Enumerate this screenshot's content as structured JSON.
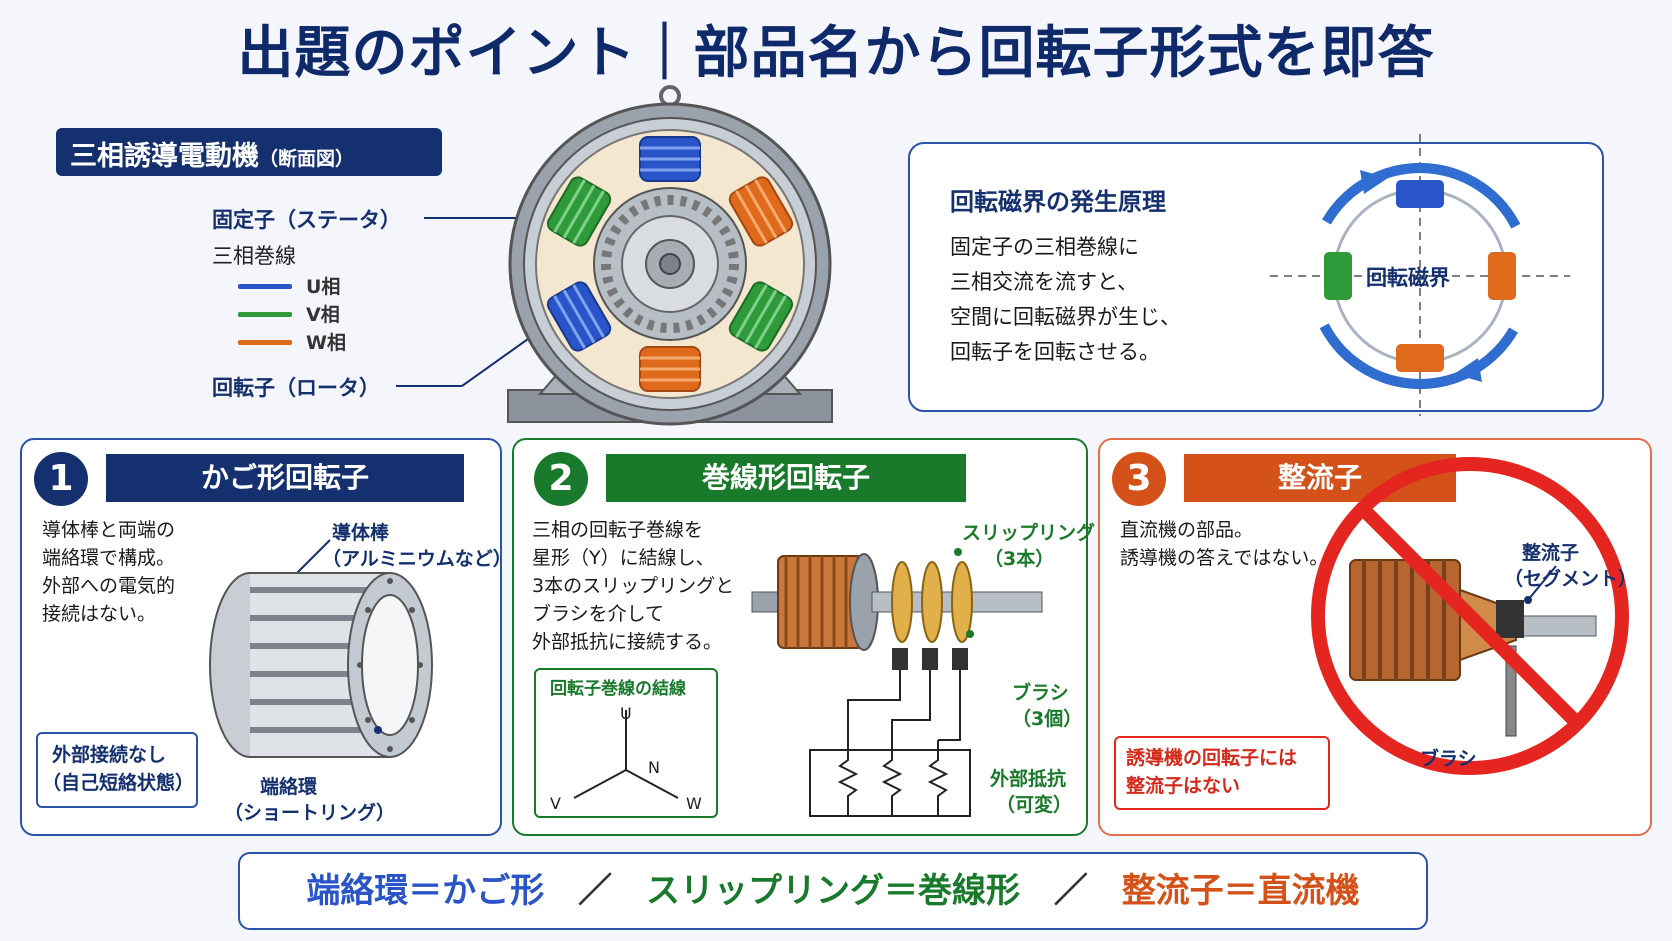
{
  "title": "出題のポイント｜部品名から回転子形式を即答",
  "motor": {
    "heading": "三相誘導電動機",
    "heading_sub": "（断面図）",
    "stator_label": "固定子（ステータ）",
    "winding_label": "三相巻線",
    "legend": [
      {
        "name": "U相",
        "color": "#2a55c8"
      },
      {
        "name": "V相",
        "color": "#2e9a3a"
      },
      {
        "name": "W相",
        "color": "#e06a1c"
      }
    ],
    "rotor_label": "回転子（ロータ）"
  },
  "principle": {
    "title": "回転磁界の発生原理",
    "lines": [
      "固定子の三相巻線に",
      "三相交流を流すと、",
      "空間に回転磁界が生じ、",
      "回転子を回転させる。"
    ],
    "center_label": "回転磁界"
  },
  "panel1": {
    "number": "1",
    "title": "かご形回転子",
    "desc": [
      "導体棒と両端の",
      "端絡環で構成。",
      "外部への電気的",
      "接続はない。"
    ],
    "bar_label": [
      "導体棒",
      "（アルミニウムなど）"
    ],
    "note": [
      "外部接続なし",
      "（自己短絡状態）"
    ],
    "ring_label": [
      "端絡環",
      "（ショートリング）"
    ],
    "color": "#15306e"
  },
  "panel2": {
    "number": "2",
    "title": "巻線形回転子",
    "desc": [
      "三相の回転子巻線を",
      "星形（Y）に結線し、",
      "3本のスリップリングと",
      "ブラシを介して",
      "外部抵抗に接続する。"
    ],
    "slip_label": [
      "スリップリング",
      "（3本）"
    ],
    "brush_label": [
      "ブラシ",
      "（3個）"
    ],
    "resistor_label": [
      "外部抵抗",
      "（可変）"
    ],
    "wiring_title": "回転子巻線の結線",
    "wiring_u": "U",
    "wiring_v": "V",
    "wiring_w": "W",
    "wiring_n": "N",
    "color": "#1a7a2b"
  },
  "panel3": {
    "number": "3",
    "title": "整流子",
    "desc": [
      "直流機の部品。",
      "誘導機の答えではない。"
    ],
    "commutator_label": [
      "整流子",
      "（セグメント）"
    ],
    "brush_label": "ブラシ",
    "note": [
      "誘導機の回転子には",
      "整流子はない"
    ],
    "color": "#d4521a"
  },
  "summary": {
    "part1": "端絡環＝かご形",
    "sep1": "／",
    "part2": "スリップリング＝巻線形",
    "sep2": "／",
    "part3": "整流子＝直流機"
  }
}
